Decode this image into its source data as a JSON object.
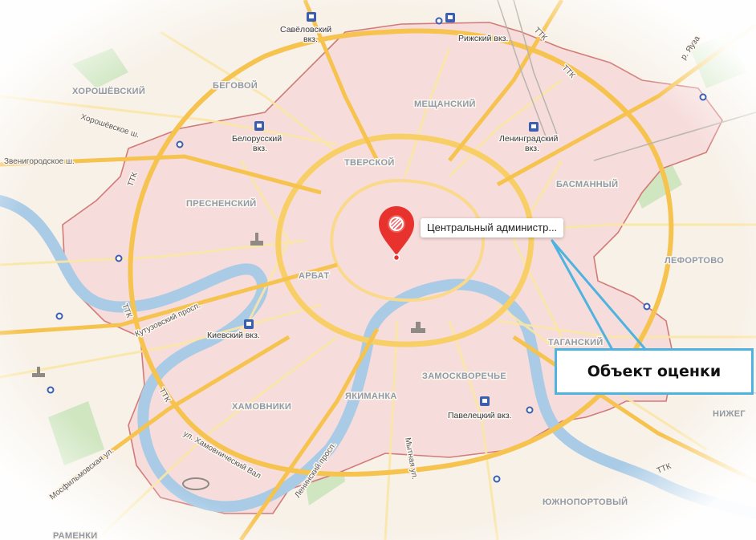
{
  "map": {
    "marker": {
      "label": "Центральный администр...",
      "color": "#e8322e"
    },
    "callout": {
      "text": "Объект оценки",
      "border_color": "#4fb3e0"
    },
    "districts": {
      "khoroshevsky": "ХОРОШЁВСКИЙ",
      "begovoy": "БЕГОВОЙ",
      "meshchansky": "МЕЩАНСКИЙ",
      "tverskoy": "ТВЕРСКОЙ",
      "presnensky": "ПРЕСНЕНСКИЙ",
      "basmanny": "БАСМАННЫЙ",
      "lefortovo": "ЛЕФОРТОВО",
      "arbat": "АРБАТ",
      "taganskiy": "ТАГАНСКИЙ",
      "zamoskvorechye": "ЗАМОСКВОРЕЧЬЕ",
      "khamovniki": "ХАМОВНИКИ",
      "yakimanka": "ЯКИМАНКА",
      "nizhegorodsky": "НИЖЕГ",
      "yuzhnoportovy": "ЮЖНОПОРТОВЫЙ",
      "ramenki": "РАМЕНКИ"
    },
    "stations": {
      "savelovsky_1": "Савёловский",
      "savelovsky_2": "вкз.",
      "rizhsky": "Рижский вкз.",
      "belorussky_1": "Белорусский",
      "belorussky_2": "вкз.",
      "leningradsky_1": "Ленинградский",
      "leningradsky_2": "вкз.",
      "kievsky": "Киевский вкз.",
      "paveletsky": "Павелецкий вкз."
    },
    "streets": {
      "khoroshevskoe": "Хорошёвское ш.",
      "zvenigorodskoe": "Звенигородское ш.",
      "ttk": "ТТК",
      "kutuzovsky": "Кутузовский просп.",
      "mosfilmovskaya": "Мосфильмовская ул.",
      "khamovnichesky": "ул. Хамовнический Вал",
      "leninsky": "Ленинский просп.",
      "mytnaya": "Мытная ул.",
      "p_yauza": "р. Яуза"
    }
  }
}
